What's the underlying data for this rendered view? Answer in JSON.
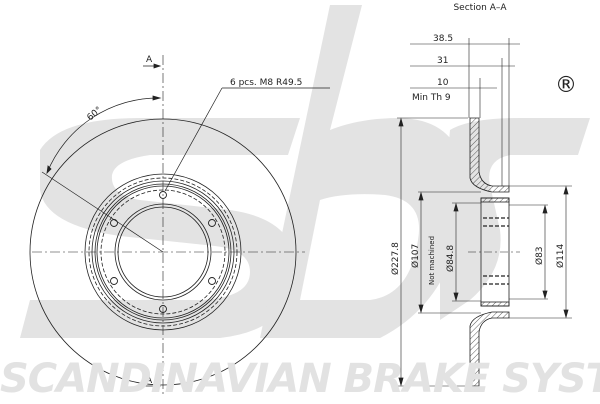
{
  "watermark": {
    "logo_text": "sbs",
    "registered_mark": "®",
    "brand_name": "SCANDINAVIAN BRAKE SYSTEMS",
    "color": "#e3e3e3"
  },
  "front_view": {
    "section_marker_top": "A",
    "section_marker_bottom": "A",
    "angle_label": "60°",
    "bolt_label": "6 pcs.  M8  R49.5",
    "bolt_count": 6
  },
  "section_view": {
    "title": "Section  A–A",
    "dims": {
      "total_height": "38.5",
      "hub_height": "31",
      "thickness": "10",
      "min_thickness": "Min  Th  9",
      "outer_diameter": "Ø227.8",
      "d107": "Ø107",
      "not_machined": "Not  machined",
      "d84_8": "Ø84.8",
      "d83": "Ø83",
      "d114": "Ø114"
    }
  },
  "colors": {
    "line": "#222222",
    "watermark": "#e3e3e3"
  }
}
